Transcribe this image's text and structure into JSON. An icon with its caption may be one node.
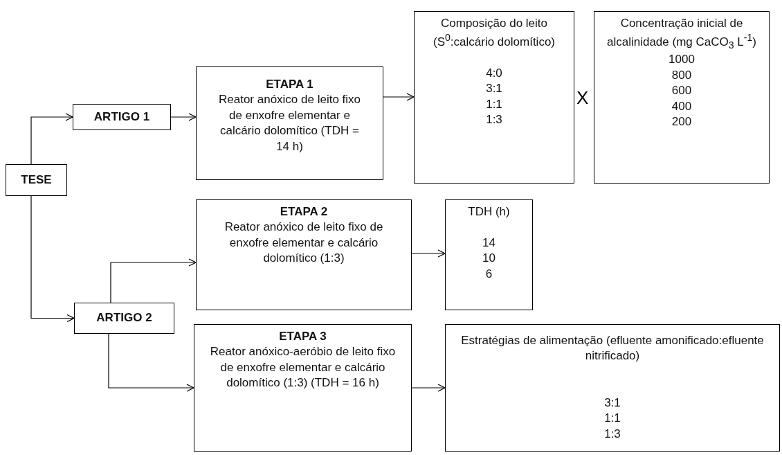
{
  "diagram": {
    "nodes": [
      {
        "text": [
          "TESE"
        ]
      },
      {
        "text": [
          "ARTIGO 1"
        ]
      },
      {
        "text": [
          "ETAPA 1",
          "Reator anóxico de leito fixo de enxofre elementar e calcário dolomítico (TDH = 14 h)"
        ]
      },
      {
        "text": [
          "Composição do leito (S$^{0}$:calcário dolomítico)",
          "4:0",
          "3:1",
          "1:1",
          "1:3"
        ]
      },
      {
        "text": [
          "Concentração inicial de alcalinidade (mg CaCO$_{3}$ L$^{-1}$)",
          "1000",
          "800",
          "600",
          "400",
          "200"
        ]
      },
      {
        "text": [
          "ARTIGO 2"
        ]
      },
      {
        "text": [
          "ETAPA 2",
          "Reator anóxico de leito fixo de enxofre elementar e calcário dolomítico (1:3)"
        ]
      },
      {
        "text": [
          "TDH (h)",
          "14",
          "10",
          "6"
        ]
      },
      {
        "text": [
          "ETAPA 3",
          "Reator anóxico-aeróbio de leito fixo de enxofre elementar e calcário dolomítico (1:3) (TDH = 16 h)"
        ]
      },
      {
        "text": [
          "Estratégias de alimentação (efluente amonificado:efluente nitrificado)",
          "3:1",
          "1:1",
          "1:3"
        ]
      }
    ],
    "edges": [
      {
        "from": 0,
        "to": 1,
        "arrow": "to"
      },
      {
        "from": 0,
        "to": 5,
        "arrow": "to"
      },
      {
        "from": 1,
        "to": 2,
        "arrow": "to"
      },
      {
        "from": 2,
        "to": 3,
        "arrow": "to"
      },
      {
        "from": 5,
        "to": 6,
        "arrow": "to"
      },
      {
        "from": 5,
        "to": 8,
        "arrow": "to"
      },
      {
        "from": 6,
        "to": 7,
        "arrow": "to"
      },
      {
        "from": 8,
        "to": 9,
        "arrow": "to"
      }
    ],
    "labels": [
      "X"
    ]
  }
}
